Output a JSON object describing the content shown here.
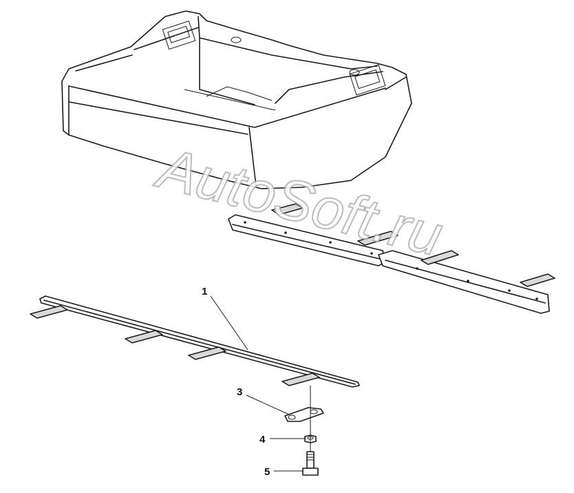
{
  "watermark": "AutoSoft.ru",
  "callouts": [
    {
      "id": "1",
      "label": "1"
    },
    {
      "id": "3",
      "label": "3"
    },
    {
      "id": "4",
      "label": "4"
    },
    {
      "id": "5",
      "label": "5"
    }
  ],
  "colors": {
    "line": "#1a1a1a",
    "watermark_outline": "#b0b0b0"
  }
}
